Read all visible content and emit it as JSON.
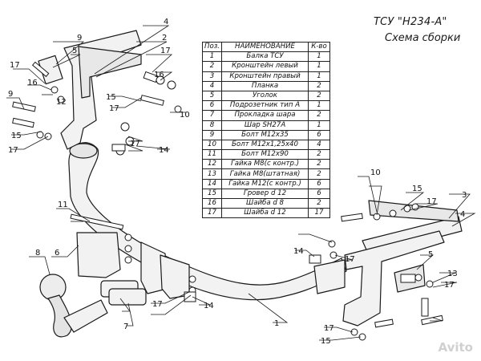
{
  "title": "ТСУ \"H234-A\"",
  "subtitle": "Схема сборки",
  "table": {
    "headers": [
      "Поз.",
      "НАИМЕНОВАНИЕ",
      "К-во"
    ],
    "rows": [
      {
        "pos": "1",
        "name": "Балка ТСУ",
        "qty": "1"
      },
      {
        "pos": "2",
        "name": "Кронштейн левый",
        "qty": "1"
      },
      {
        "pos": "3",
        "name": "Кронштейн правый",
        "qty": "1"
      },
      {
        "pos": "4",
        "name": "Планка",
        "qty": "2"
      },
      {
        "pos": "5",
        "name": "Уголок",
        "qty": "2"
      },
      {
        "pos": "6",
        "name": "Подрозетник тип А",
        "qty": "1"
      },
      {
        "pos": "7",
        "name": "Прокладка шара",
        "qty": "2"
      },
      {
        "pos": "8",
        "name": "Шар SH27A",
        "qty": "1"
      },
      {
        "pos": "9",
        "name": "Болт М12х35",
        "qty": "6"
      },
      {
        "pos": "10",
        "name": "Болт М12х1,25х40",
        "qty": "4"
      },
      {
        "pos": "11",
        "name": "Болт М12х90",
        "qty": "2"
      },
      {
        "pos": "12",
        "name": "Гайка М8(с контр.)",
        "qty": "2"
      },
      {
        "pos": "13",
        "name": "Гайка М8(штатная)",
        "qty": "2"
      },
      {
        "pos": "14",
        "name": "Гайка М12(с контр.)",
        "qty": "6"
      },
      {
        "pos": "15",
        "name": "Гровер d 12",
        "qty": "6"
      },
      {
        "pos": "16",
        "name": "Шайба d 8",
        "qty": "2"
      },
      {
        "pos": "17",
        "name": "Шайба d 12",
        "qty": "17"
      }
    ]
  },
  "callouts": [
    "1",
    "2",
    "3",
    "4",
    "5",
    "6",
    "7",
    "8",
    "9",
    "10",
    "11",
    "12",
    "13",
    "14",
    "15",
    "16",
    "17"
  ],
  "watermark": "Avito",
  "colors": {
    "line": "#1a1a1a",
    "fill": "#f4f4f4",
    "shade": "#d8d8d8"
  }
}
